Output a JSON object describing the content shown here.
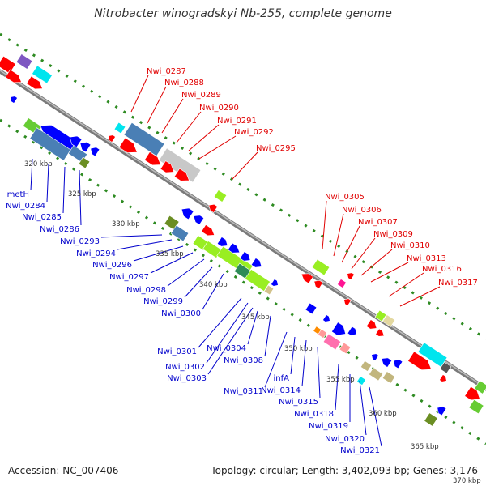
{
  "title": "Nitrobacter winogradskyi Nb-255, complete genome",
  "footer": {
    "accession": "Accession: NC_007406",
    "topology": "Topology: circular; Length: 3,402,093 bp; Genes: 3,176"
  },
  "ticks": [
    "320 kbp",
    "325 kbp",
    "330 kbp",
    "335 kbp",
    "340 kbp",
    "345 kbp",
    "350 kbp",
    "355 kbp",
    "360 kbp",
    "365 kbp",
    "370 kbp"
  ],
  "red_labels": [
    "Nwi_0287",
    "Nwi_0288",
    "Nwi_0289",
    "Nwi_0290",
    "Nwi_0291",
    "Nwi_0292",
    "Nwi_0295",
    "Nwi_0305",
    "Nwi_0306",
    "Nwi_0307",
    "Nwi_0309",
    "Nwi_0310",
    "Nwi_0313",
    "Nwi_0316",
    "Nwi_0317"
  ],
  "blue_labels": [
    "metH",
    "Nwi_0284",
    "Nwi_0285",
    "Nwi_0286",
    "Nwi_0293",
    "Nwi_0294",
    "Nwi_0296",
    "Nwi_0297",
    "Nwi_0298",
    "Nwi_0299",
    "Nwi_0300",
    "Nwi_0301",
    "Nwi_0302",
    "Nwi_0303",
    "Nwi_0304",
    "Nwi_0308",
    "Nwi_0311",
    "infA",
    "Nwi_0314",
    "Nwi_0315",
    "Nwi_0318",
    "Nwi_0319",
    "Nwi_0320",
    "Nwi_0321"
  ]
}
